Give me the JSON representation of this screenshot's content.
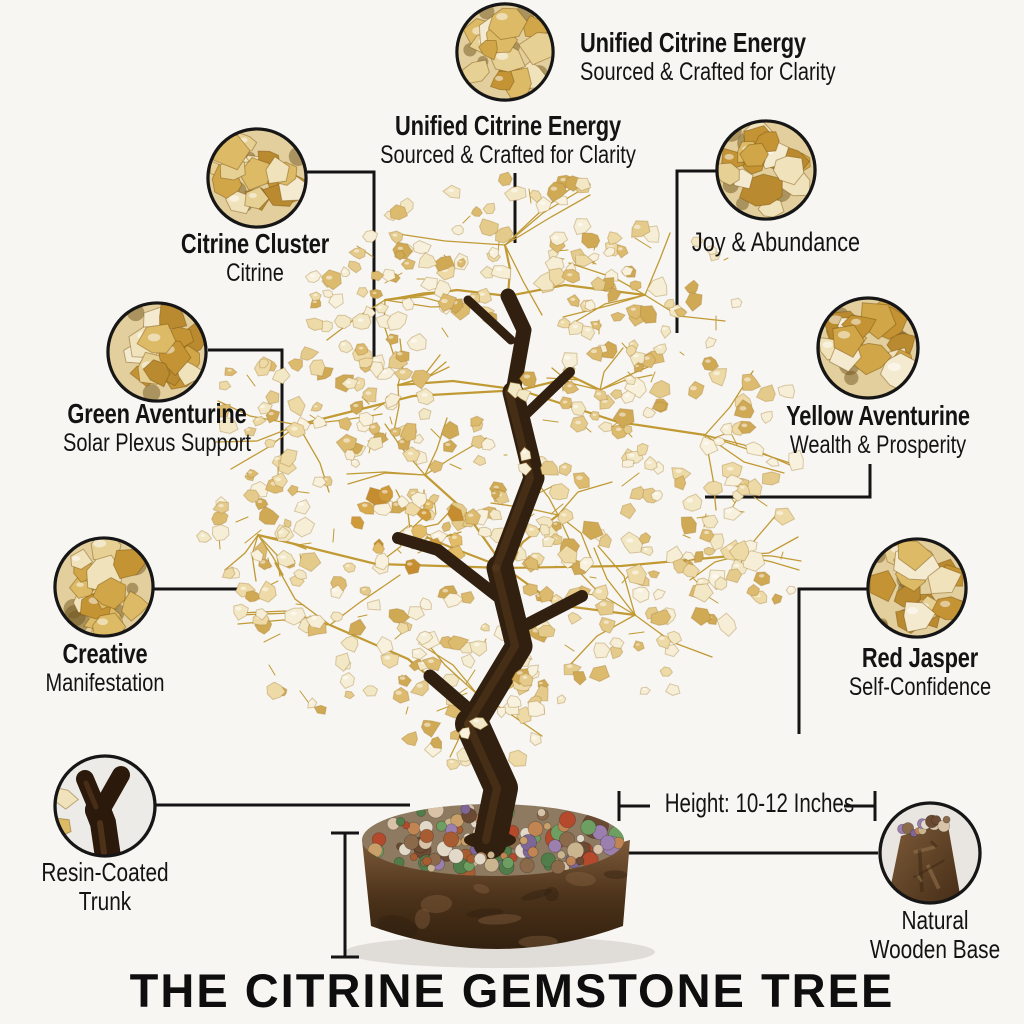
{
  "page": {
    "background": "#f7f6f3",
    "title": "THE CITRINE GEMSTONE TREE"
  },
  "measurement": {
    "height_label": "Height: 10-12 Inches"
  },
  "callouts": {
    "unified_top": {
      "title": "Unified Citrine Energy",
      "subtitle": "Sourced & Crafted for Clarity",
      "image": "citrine-stones"
    },
    "unified_center": {
      "title": "Unified Citrine Energy",
      "subtitle": "Sourced & Crafted for Clarity"
    },
    "citrine_cluster": {
      "title": "Citrine Cluster",
      "subtitle": "Citrine",
      "image": "citrine-stones"
    },
    "joy": {
      "title": "Joy & Abundance",
      "image": "citrine-stones"
    },
    "green": {
      "title": "Green Aventurine",
      "subtitle": "Solar Plexus Support",
      "image": "citrine-stones"
    },
    "yellow": {
      "title": "Yellow Aventurine",
      "subtitle": "Wealth & Prosperity",
      "image": "citrine-stones"
    },
    "creative": {
      "title": "Creative",
      "subtitle": "Manifestation",
      "image": "citrine-stones"
    },
    "red_jasper": {
      "title": "Red Jasper",
      "subtitle": "Self-Confidence",
      "image": "citrine-stones"
    },
    "resin": {
      "title": "Resin-Coated",
      "subtitle": "Trunk",
      "image": "resin-trunk"
    },
    "wooden": {
      "title": "Natural",
      "subtitle": "Wooden Base",
      "image": "wooden-base"
    }
  },
  "colors": {
    "line": "#141414",
    "text": "#131313",
    "trunk": "#31200f",
    "trunk_sheen": "#583a1d",
    "wire": "#c19a34",
    "canopy_palette": [
      "#f8f1dd",
      "#f3e8c6",
      "#eddaa6",
      "#e5cb8b",
      "#dcba6e",
      "#d0a955",
      "#f6eed6"
    ],
    "deep_palette": [
      "#d9a94e",
      "#cf9a3a",
      "#c58d2f",
      "#e3bc67"
    ],
    "thumb_palette": [
      "#f0e2ba",
      "#e7d094",
      "#dcba66",
      "#d0a648",
      "#c39334",
      "#f4ead0",
      "#b98a2f"
    ],
    "gravel_palette": [
      "#c08552",
      "#a85c32",
      "#b5492c",
      "#6f9e62",
      "#517d4a",
      "#9b7fae",
      "#7e6797",
      "#d8c3a8",
      "#cbb58f",
      "#e3d9c9",
      "#6b4a33",
      "#8a6a4a",
      "#c9a06a"
    ],
    "bark_light": "#7d5a3a",
    "bark_mid": "#4a3119",
    "bark_dark": "#33210f"
  }
}
